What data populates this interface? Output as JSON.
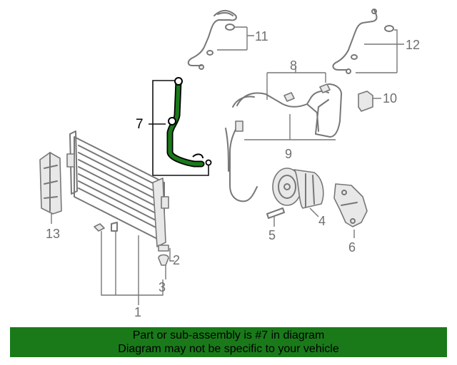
{
  "diagram": {
    "labels": [
      "1",
      "2",
      "3",
      "4",
      "5",
      "6",
      "7",
      "8",
      "9",
      "10",
      "11",
      "12",
      "13"
    ],
    "highlight_part": "7",
    "highlight_color": "#1a7a1a",
    "line_color": "#777777"
  },
  "banner": {
    "line1": "Part or sub-assembly is #7 in diagram",
    "line2": "Diagram may not be specific to your vehicle",
    "background": "#1a7a1a"
  }
}
